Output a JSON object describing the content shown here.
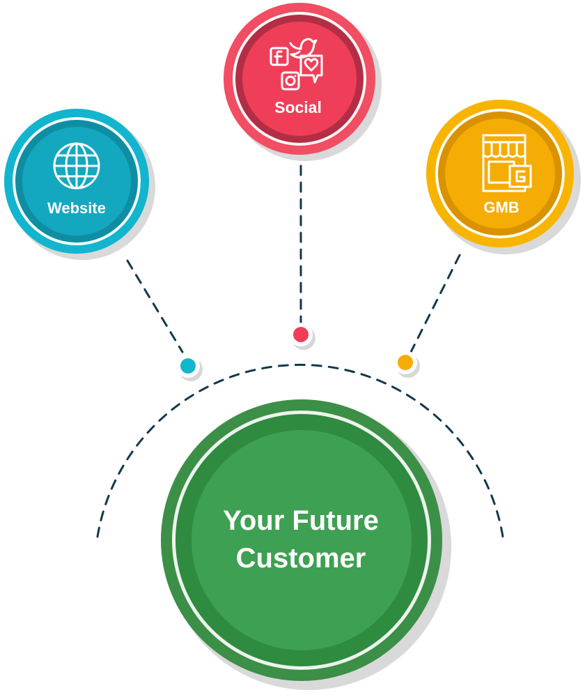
{
  "center": {
    "line1": "Your Future",
    "line2": "Customer",
    "color": "#3a9a4e"
  },
  "nodes": {
    "website": {
      "label": "Website",
      "icon": "globe-icon",
      "color": "#13b6cf"
    },
    "social": {
      "label": "Social",
      "icon": "social-media-icon",
      "color": "#ef3f58"
    },
    "gmb": {
      "label": "GMB",
      "icon": "storefront-icon",
      "color": "#f5ac05"
    }
  },
  "connector_color": "#12384a"
}
